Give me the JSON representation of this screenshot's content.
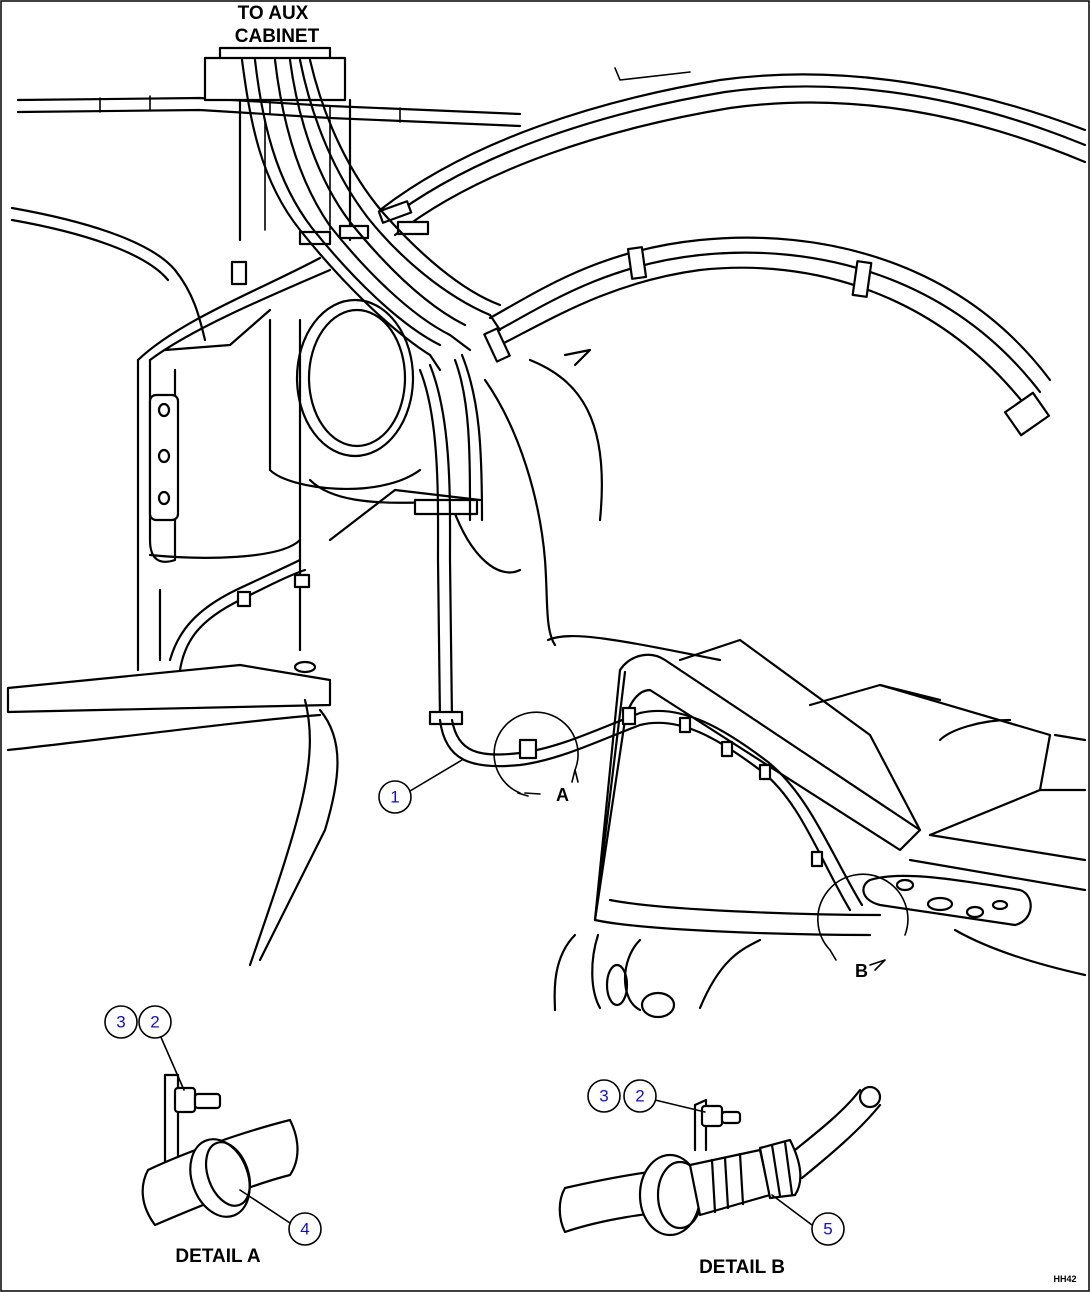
{
  "labels": {
    "to_aux_line1": "TO AUX",
    "to_aux_line2": "CABINET",
    "view_a": "A",
    "view_b": "B",
    "detail_a": "DETAIL A",
    "detail_b": "DETAIL B",
    "drawing_code": "HH42"
  },
  "callouts": {
    "c1": "1",
    "detail_a_c3": "3",
    "detail_a_c2": "2",
    "detail_a_c4": "4",
    "detail_b_c3": "3",
    "detail_b_c2": "2",
    "detail_b_c5": "5"
  }
}
